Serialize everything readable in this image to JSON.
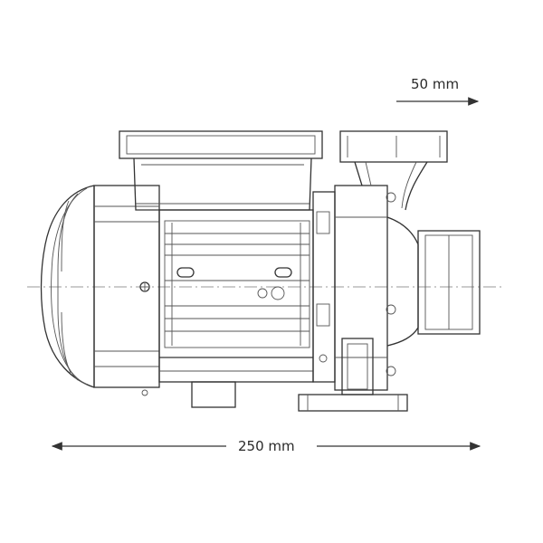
{
  "dimensions": {
    "top": {
      "label": "50 mm",
      "value": 50,
      "unit": "mm"
    },
    "bottom": {
      "label": "250 mm",
      "value": 250,
      "unit": "mm"
    }
  },
  "colors": {
    "line": "#333333",
    "background": "#ffffff"
  }
}
